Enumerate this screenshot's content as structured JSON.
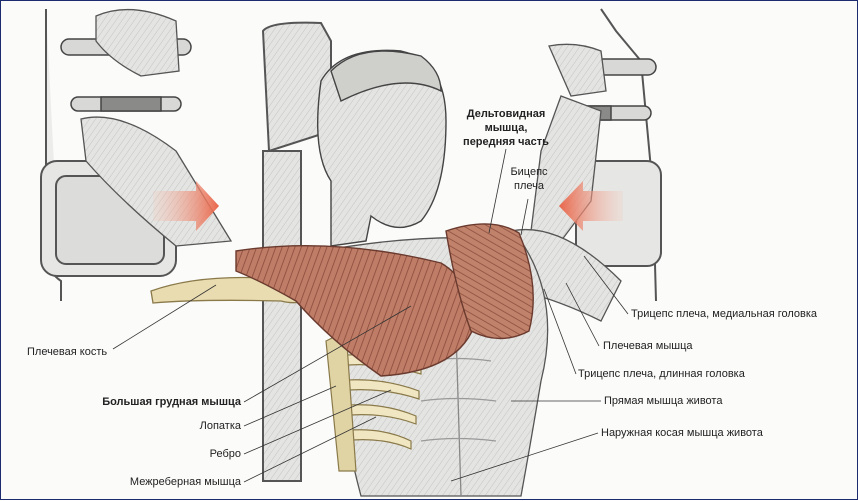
{
  "labels": {
    "deltoid": [
      "Дельтовидная",
      "мышца,",
      "передняя часть"
    ],
    "biceps": [
      "Бицепс",
      "плеча"
    ],
    "triceps_medial": "Трицепс плеча, медиальная головка",
    "brachialis": "Плечевая мышца",
    "triceps_long": "Трицепс плеча, длинная головка",
    "rectus_abdominis": "Прямая мышца живота",
    "external_oblique": "Наружная косая мышца живота",
    "humerus": "Плечевая кость",
    "pectoralis_major": "Большая грудная мышца",
    "scapula": "Лопатка",
    "rib": "Ребро",
    "intercostal": "Межреберная мышца"
  },
  "colors": {
    "frame": "#1c2a6e",
    "muscle": "#b8735f",
    "muscle_dark": "#8a4a3b",
    "bone": "#e9dcb0",
    "arrow": "#e8664a",
    "line": "#333333"
  }
}
